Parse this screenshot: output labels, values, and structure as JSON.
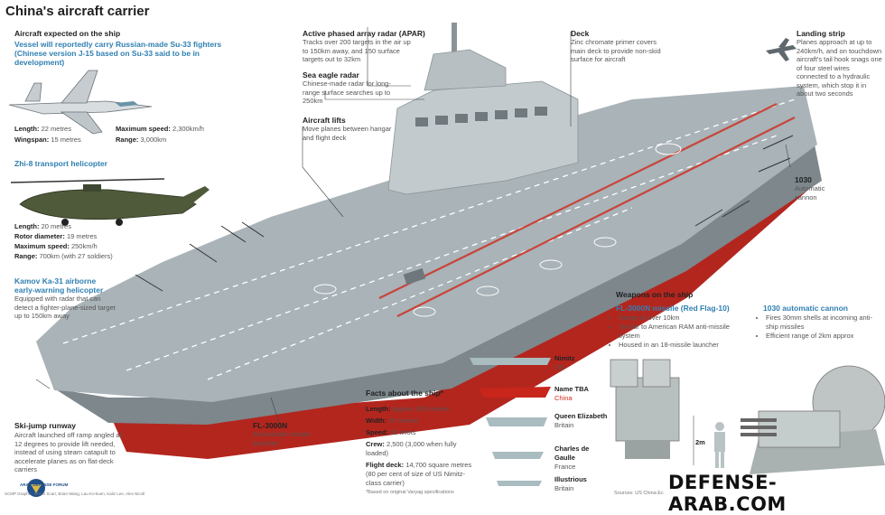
{
  "title": "China's aircraft carrier",
  "aircraft": {
    "heading": "Aircraft expected on the ship",
    "fighter_desc": "Vessel will reportedly carry Russian-made Su-33 fighters (Chinese version J-15 based on Su-33 said to be in development)",
    "fighter_specs": [
      {
        "label": "Length:",
        "value": "22 metres"
      },
      {
        "label": "Wingspan:",
        "value": "15 metres"
      },
      {
        "label": "Maximum speed:",
        "value": "2,300km/h"
      },
      {
        "label": "Range:",
        "value": "3,000km"
      }
    ],
    "heli_title": "Zhi-8 transport helicopter",
    "heli_specs": [
      {
        "label": "Length:",
        "value": "20 metres"
      },
      {
        "label": "Rotor diameter:",
        "value": "19 metres"
      },
      {
        "label": "Maximum speed:",
        "value": "250km/h"
      },
      {
        "label": "Range:",
        "value": "700km (with 27 soldiers)"
      }
    ],
    "kamov_title": "Kamov Ka-31 airborne early-warning helicopter",
    "kamov_desc": "Equipped with radar that can detect a fighter-plane-sized target up to 150km away"
  },
  "skijump": {
    "heading": "Ski-jump runway",
    "desc": "Aircraft launched off ramp angled at 12 degrees to provide lift needed, instead of using steam catapult to accelerate planes as on flat-deck carriers"
  },
  "credits": "SCMP Graphic: Simon Scarr, Brian Wang, Lau Ko-kuen, Kaliz Lee, Alex Nicoll",
  "apar": {
    "heading": "Active phased array radar (APAR)",
    "desc": "Tracks over 200 targets in the air up to 150km away, and 150 surface targets out to 32km"
  },
  "seaeagle": {
    "heading": "Sea eagle radar",
    "desc": "Chinese-made radar for long-range surface searches up to 250km"
  },
  "lifts": {
    "heading": "Aircraft lifts",
    "desc": "Move planes between hangar and flight deck"
  },
  "deck": {
    "heading": "Deck",
    "desc": "Zinc chromate primer covers main deck to provide non-skid surface for aircraft"
  },
  "landing": {
    "heading": "Landing strip",
    "desc": "Planes approach at up to 240km/h, and on touchdown aircraft's tail hook snags one of four steel wires connected to a hydraulic system, which stop it in about two seconds"
  },
  "cannon_callout": {
    "heading": "1030",
    "desc": "Automatic cannon"
  },
  "fl3000n_callout": {
    "heading": "FL-3000N",
    "desc": "Anti-missile missile launcher"
  },
  "weapons": {
    "heading": "Weapons on the ship",
    "missile_title": "FL-3000N missile (Red Flag-10)",
    "missile_bullets": [
      "Range of over 10km",
      "Similar to American RAM anti-missile system",
      "Housed in an 18-missile launcher"
    ],
    "cannon_title": "1030 automatic cannon",
    "cannon_bullets": [
      "Fires 30mm shells at incoming anti-ship missiles",
      "Efficient range of 2km approx"
    ],
    "height_label": "2m"
  },
  "facts": {
    "heading": "Facts about the ship*",
    "items": [
      {
        "label": "Length:",
        "value": "Approx 300 metres"
      },
      {
        "label": "Width:",
        "value": "70 metres"
      },
      {
        "label": "Speed:",
        "value": "30 knots"
      },
      {
        "label": "Crew:",
        "value": "2,500 (3,000 when fully loaded)"
      },
      {
        "label": "Flight deck:",
        "value": "14,700 square metres (80 per cent of size of US Nimitz-class carrier)"
      }
    ],
    "footnote": "*Based on original Varyag specifications"
  },
  "comparison": [
    {
      "name": "Nimitz",
      "country": "US",
      "highlight": false
    },
    {
      "name": "Name TBA",
      "country": "China",
      "highlight": true
    },
    {
      "name": "Queen Elizabeth",
      "country": "Britain",
      "highlight": false
    },
    {
      "name": "Charles de Gaulle",
      "country": "France",
      "highlight": false
    },
    {
      "name": "Illustrious",
      "country": "Britain",
      "highlight": false
    }
  ],
  "sources": "Sources: US China Ec",
  "watermark": "DEFENSE-ARAB.COM",
  "logo_text": "ARAB DEFENSE FORUM",
  "colors": {
    "accent_blue": "#2f7fb2",
    "accent_red": "#d62a1e",
    "hull_red": "#b3261e",
    "deck_gray": "#a9b3b8"
  }
}
